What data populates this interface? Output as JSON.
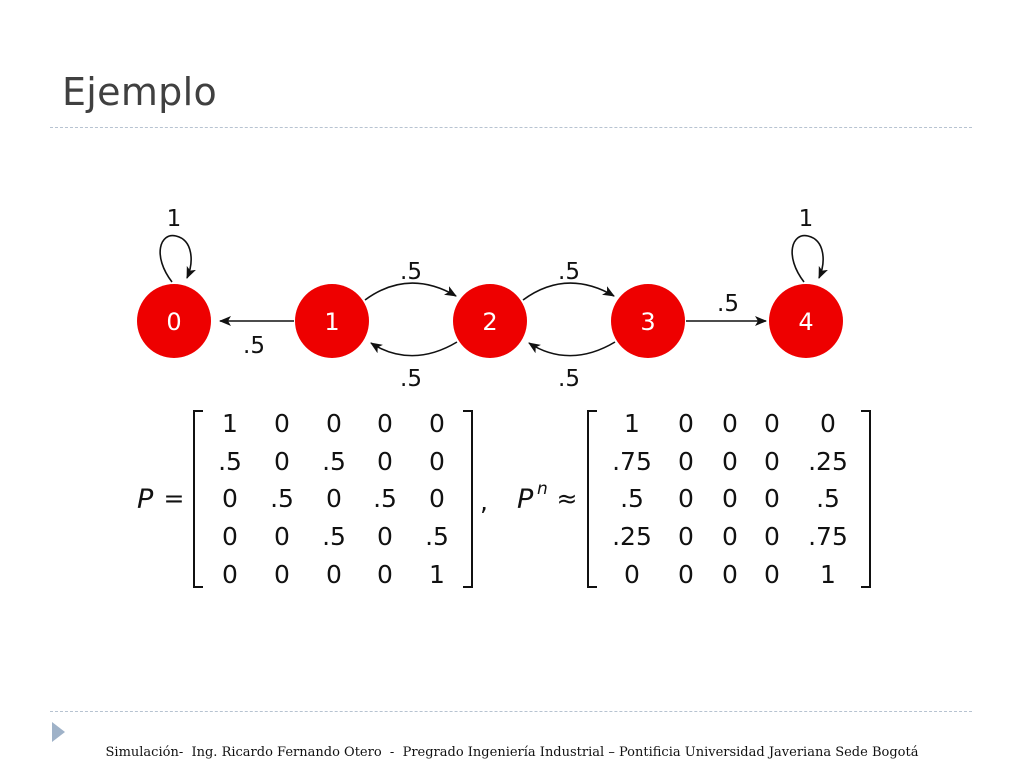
{
  "slide": {
    "title": "Ejemplo",
    "footer": "Simulación-  Ing. Ricardo Fernando Otero  -  Pregrado Ingeniería Industrial – Pontificia Universidad Javeriana Sede Bogotá"
  },
  "colors": {
    "node_fill": "#ee0000",
    "title_text": "#404040",
    "divider": "#b7c3d1",
    "bullet": "#9fb2c8"
  },
  "diagram": {
    "nodes": [
      {
        "id": "0",
        "label": "0"
      },
      {
        "id": "1",
        "label": "1"
      },
      {
        "id": "2",
        "label": "2"
      },
      {
        "id": "3",
        "label": "3"
      },
      {
        "id": "4",
        "label": "4"
      }
    ],
    "edges": [
      {
        "from": "0",
        "to": "0",
        "label": "1"
      },
      {
        "from": "1",
        "to": "0",
        "label": ".5"
      },
      {
        "from": "1",
        "to": "2",
        "label": ".5"
      },
      {
        "from": "2",
        "to": "1",
        "label": ".5"
      },
      {
        "from": "2",
        "to": "3",
        "label": ".5"
      },
      {
        "from": "3",
        "to": "2",
        "label": ".5"
      },
      {
        "from": "3",
        "to": "4",
        "label": ".5"
      },
      {
        "from": "4",
        "to": "4",
        "label": "1"
      }
    ]
  },
  "matrices": {
    "P": {
      "symbol": "P",
      "relation": "=",
      "rows": [
        [
          "1",
          "0",
          "0",
          "0",
          "0"
        ],
        [
          ".5",
          "0",
          ".5",
          "0",
          "0"
        ],
        [
          "0",
          ".5",
          "0",
          ".5",
          "0"
        ],
        [
          "0",
          "0",
          ".5",
          "0",
          ".5"
        ],
        [
          "0",
          "0",
          "0",
          "0",
          "1"
        ]
      ]
    },
    "separator": ",",
    "Pn": {
      "symbol": "P",
      "superscript": "n",
      "relation": "≈",
      "rows": [
        [
          "1",
          "0",
          "0",
          "0",
          "0"
        ],
        [
          ".75",
          "0",
          "0",
          "0",
          ".25"
        ],
        [
          ".5",
          "0",
          "0",
          "0",
          ".5"
        ],
        [
          ".25",
          "0",
          "0",
          "0",
          ".75"
        ],
        [
          "0",
          "0",
          "0",
          "0",
          "1"
        ]
      ]
    }
  }
}
